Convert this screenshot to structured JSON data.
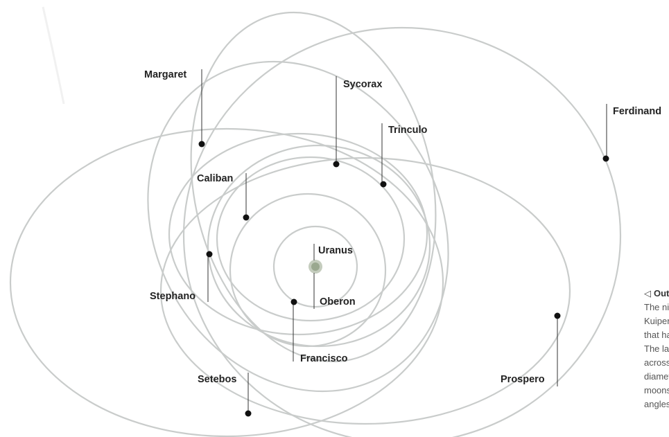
{
  "planet": {
    "label": "Uranus"
  },
  "moons": [
    {
      "id": "margaret",
      "label": "Margaret"
    },
    {
      "id": "sycorax",
      "label": "Sycorax"
    },
    {
      "id": "trinculo",
      "label": "Trinculo"
    },
    {
      "id": "ferdinand",
      "label": "Ferdinand"
    },
    {
      "id": "caliban",
      "label": "Caliban"
    },
    {
      "id": "stephano",
      "label": "Stephano"
    },
    {
      "id": "oberon",
      "label": "Oberon"
    },
    {
      "id": "francisco",
      "label": "Francisco"
    },
    {
      "id": "setebos",
      "label": "Setebos"
    },
    {
      "id": "prospero",
      "label": "Prospero"
    }
  ],
  "caption": {
    "arrow": "◁",
    "title": "Outer",
    "lines": [
      "The nine",
      "Kuiper b",
      "that hav",
      "The larg",
      "across, v",
      "diamete",
      "moons f",
      "angles a"
    ]
  },
  "colors": {
    "orbit": "#c9cccb",
    "planet": "#b9c2b0",
    "moon": "#111111"
  }
}
